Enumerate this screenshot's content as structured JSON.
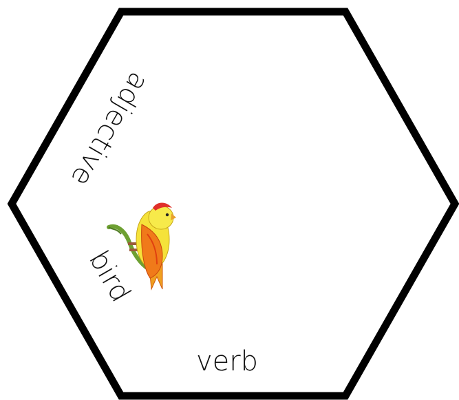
{
  "hexagon": {
    "stroke_color": "#000000",
    "fill_color": "#ffffff"
  },
  "labels": {
    "adjective": "adjective",
    "bird": "bird",
    "verb": "verb"
  },
  "illustration": {
    "icon": "bird-on-branch-icon",
    "colors": {
      "body": "#f5e23a",
      "wing": "#f07a1a",
      "crest": "#e0302a",
      "branch": "#6ea032"
    }
  }
}
